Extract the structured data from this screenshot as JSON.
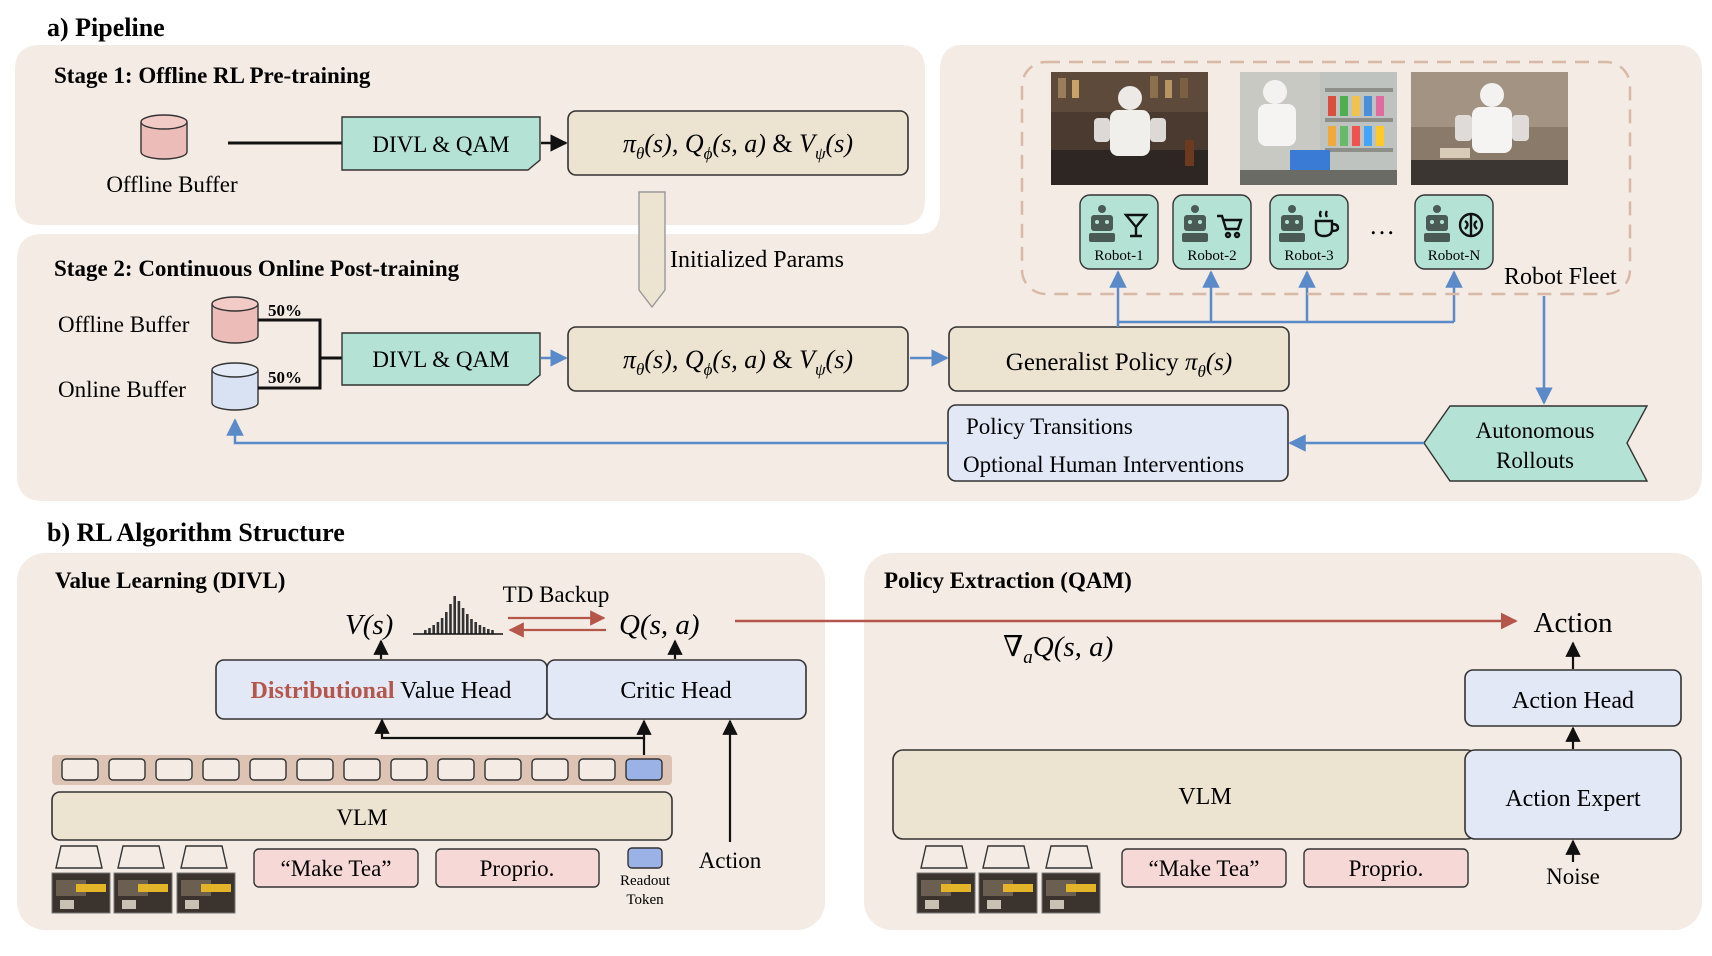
{
  "pipeline": {
    "section_label": "a) Pipeline",
    "stage1": {
      "title": "Stage 1: Offline RL Pre-training",
      "buffer_label": "Offline Buffer",
      "algo_label": "DIVL & QAM",
      "models_label": "πθ(s), Qϕ(s, a) & Vψ(s)"
    },
    "init_params_label": "Initialized Params",
    "stage2": {
      "title": "Stage 2: Continuous Online Post-training",
      "offline_buffer_label": "Offline Buffer",
      "online_buffer_label": "Online Buffer",
      "offline_pct": "50%",
      "online_pct": "50%",
      "algo_label": "DIVL & QAM",
      "models_label": "πθ(s), Qϕ(s, a) & Vψ(s)",
      "policy_label": "Generalist Policy πθ(s)",
      "transitions_line1": "Policy Transitions",
      "transitions_line2": "Optional Human Interventions",
      "rollouts_line1": "Autonomous",
      "rollouts_line2": "Rollouts"
    },
    "fleet": {
      "label": "Robot Fleet",
      "ellipsis": "…",
      "robots": [
        {
          "label": "Robot-1",
          "task_icon": "cocktail-glass-icon"
        },
        {
          "label": "Robot-2",
          "task_icon": "shopping-cart-icon"
        },
        {
          "label": "Robot-3",
          "task_icon": "coffee-cup-icon"
        },
        {
          "label": "Robot-N",
          "task_icon": "brain-icon"
        }
      ]
    }
  },
  "algorithm": {
    "section_label": "b) RL Algorithm Structure",
    "value_learning": {
      "title": "Value Learning (DIVL)",
      "v_label": "V(s)",
      "q_label": "Q(s, a)",
      "td_label": "TD Backup",
      "dist_head_highlight": "Distributional",
      "dist_head_rest": " Value Head",
      "critic_head": "Critic Head",
      "vlm": "VLM",
      "prompt": "“Make Tea”",
      "proprio": "Proprio.",
      "readout_line1": "Readout",
      "readout_line2": "Token",
      "action_input": "Action",
      "token_count": 13
    },
    "policy_extraction": {
      "title": "Policy Extraction (QAM)",
      "gradient_label": "∇aQ(s, a)",
      "action_output": "Action",
      "action_head": "Action Head",
      "action_expert": "Action Expert",
      "vlm": "VLM",
      "prompt": "“Make Tea”",
      "proprio": "Proprio.",
      "noise": "Noise"
    }
  },
  "colors": {
    "panel": "#f3ebe4",
    "teal": "#b4e3d5",
    "cream": "#ece3d1",
    "blue_box": "#e2e8f6",
    "pink": "#f6d8d6",
    "blue_arrow": "#5b8ac9",
    "red_arrow": "#b5564b",
    "highlight_text": "#b5564b"
  }
}
